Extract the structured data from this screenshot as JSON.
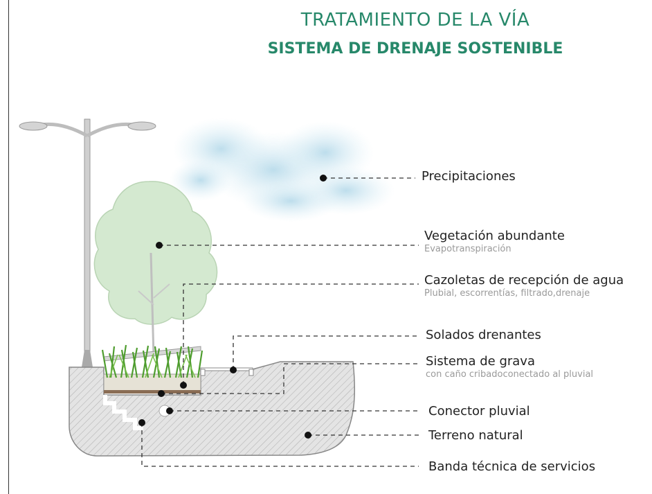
{
  "header": {
    "title": "TRATAMIENTO DE LA VÍA",
    "subtitle": "SISTEMA DE DRENAJE SOSTENIBLE"
  },
  "colors": {
    "title": "#27886a",
    "tree": "#d3e8cf",
    "cloud": "#c7e3ef",
    "grass": "#5fae3c",
    "ground": "#dcdcdc"
  },
  "labels": {
    "precipitaciones": {
      "title": "Precipitaciones"
    },
    "vegetacion": {
      "title": "Vegetación abundante",
      "sub": "Evapotranspiración"
    },
    "cazoletas": {
      "title": "Cazoletas de recepción de agua",
      "sub": "Plubial, escorrentías, filtrado,drenaje"
    },
    "solados": {
      "title": "Solados drenantes"
    },
    "grava": {
      "title": "Sistema de grava",
      "sub": "con caño cribadoconectado al pluvial"
    },
    "conector": {
      "title": "Conector pluvial"
    },
    "terreno": {
      "title": "Terreno natural"
    },
    "banda": {
      "title": "Banda técnica de servicios"
    }
  }
}
